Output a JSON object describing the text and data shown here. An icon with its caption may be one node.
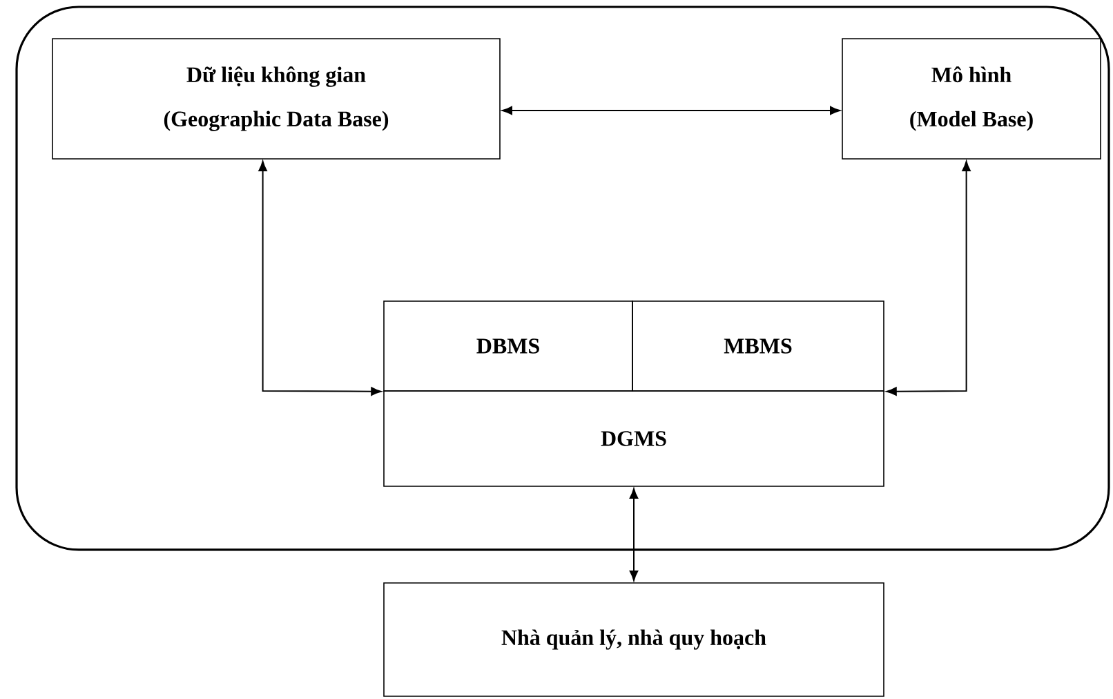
{
  "diagram": {
    "nodes": [
      {
        "text": [],
        "shape": "box"
      },
      {
        "text": [
          "Dữ liệu không gian",
          "(Geographic Data Base)"
        ],
        "in": 0
      },
      {
        "text": [
          "Mô hình",
          "(Model Base)"
        ],
        "in": 0
      },
      {
        "text": [
          "DBMS"
        ],
        "in": 0
      },
      {
        "text": [
          "MBMS"
        ],
        "in": 0
      },
      {
        "text": [
          "DGMS"
        ],
        "in": 0
      },
      {
        "text": [
          "Nhà quản lý, nhà quy hoạch"
        ]
      }
    ],
    "edges": [
      {
        "from": 1,
        "to": 2,
        "arrow": "both"
      },
      {
        "from": 1,
        "to": 3,
        "arrow": "both"
      },
      {
        "from": 2,
        "to": 4,
        "arrow": "both"
      },
      {
        "from": 5,
        "to": 6,
        "arrow": "both"
      }
    ]
  }
}
